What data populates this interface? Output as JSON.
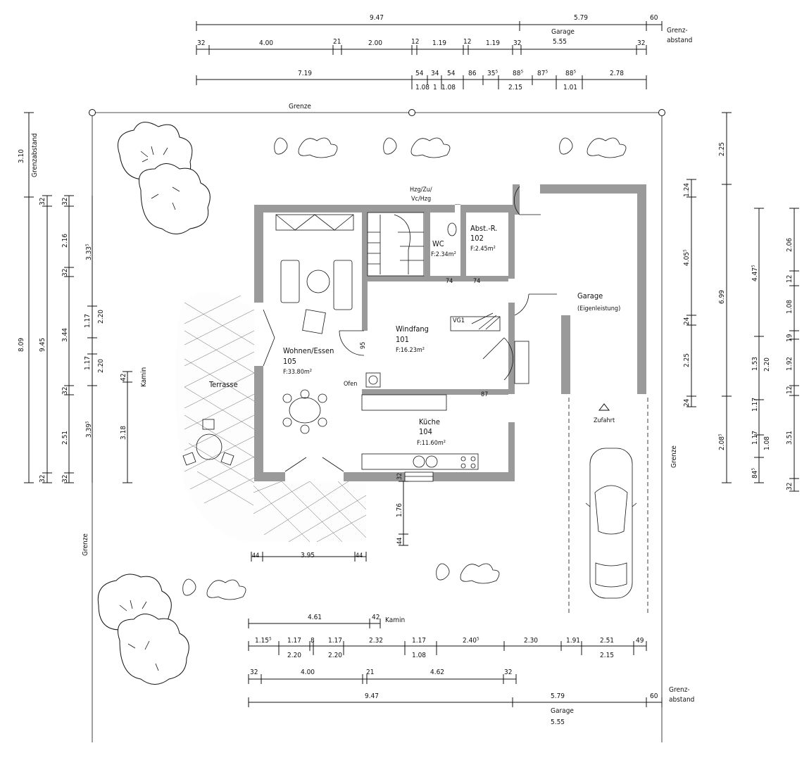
{
  "top_dimensions": {
    "row1": {
      "a": "9.47",
      "b": "5.79",
      "c": "60",
      "garage": "Garage",
      "garage_value": "5.55",
      "grenzabstand_1": "Grenz-",
      "grenzabstand_2": "abstand"
    },
    "row2": [
      "32",
      "4.00",
      "21",
      "2.00",
      "12",
      "1.19",
      "12",
      "1.19",
      "32",
      "32"
    ],
    "row3": [
      "7.19",
      "54",
      "34",
      "54",
      "86",
      "35⁵",
      "88⁵",
      "87⁵",
      "88⁵",
      "2.78"
    ],
    "row3_sub": [
      "1.08",
      "1",
      "1.08",
      "2.15",
      "1.01"
    ]
  },
  "boundary_labels": {
    "top": "Grenze",
    "left": "Grenze",
    "right": "Grenze"
  },
  "left_dimensions": {
    "outer": [
      "3.10",
      "8.09"
    ],
    "grenzabstand": "Grenzabstand",
    "col2": [
      "32",
      "9.45",
      "32"
    ],
    "col3": [
      "32",
      "2.16",
      "32",
      "3.44",
      "32",
      "2.51",
      "32"
    ],
    "col3_small": [
      "1.17",
      "1.17"
    ],
    "col4": [
      "3.33⁵",
      "2.20",
      "2.20",
      "3.39⁵"
    ],
    "kamin_label": "Kamin",
    "kamin_value": "42",
    "terrace_height": "3.18"
  },
  "right_dimensions": {
    "col1": [
      "2.25",
      "6.99",
      "2.08⁵"
    ],
    "col2": [
      "1.24",
      "4.05⁵",
      "24",
      "2.25",
      "24"
    ],
    "col3": [
      "4.47⁵",
      "1.53",
      "1.17",
      "1.17",
      "84⁵"
    ],
    "col3_b": [
      "2.20",
      "1.08"
    ],
    "col4": [
      "2.06",
      "12",
      "1.08",
      "19",
      "1.92",
      "12",
      "3.51",
      "32"
    ]
  },
  "rooms": [
    {
      "name": "Wohnen/Essen",
      "number": "105",
      "area": "F:33.80m²"
    },
    {
      "name": "Windfang",
      "number": "101",
      "area": "F:16.23m²"
    },
    {
      "name": "Küche",
      "number": "104",
      "area": "F:11.60m²"
    },
    {
      "name": "WC",
      "number": "",
      "area": "F:2.34m²"
    },
    {
      "name": "Abst.-R.",
      "number": "102",
      "area": "F:2.45m²"
    },
    {
      "name": "Garage",
      "number": "",
      "area": "(Eigenleistung)"
    }
  ],
  "labels": {
    "terrasse": "Terrasse",
    "hzg_1": "Hzg/Zu/",
    "hzg_2": "Vc/Hzg",
    "ofen": "Ofen",
    "vg": "VG1",
    "zufahrt": "Zufahrt",
    "door_74a": "74",
    "door_74b": "74",
    "door_95": "95",
    "door_87": "87"
  },
  "terrace_dims": {
    "left": "44",
    "mid": "3.95",
    "right": "44",
    "depth": "1.76",
    "depth2": "44",
    "wall": "32"
  },
  "bottom_dimensions": {
    "row0": {
      "a": "4.61",
      "b": "42",
      "label": "Kamin"
    },
    "row1": [
      "1.15⁵",
      "1.17",
      "8",
      "1.17",
      "2.32",
      "1.17",
      "2.40⁵",
      "2.30",
      "1.91",
      "2.51",
      "49"
    ],
    "row1_sub": [
      "2.20",
      "2.20",
      "1.08",
      "2.15"
    ],
    "row2": [
      "32",
      "4.00",
      "21",
      "4.62",
      "32"
    ],
    "row3": {
      "a": "9.47",
      "b": "5.79",
      "c": "60",
      "garage": "Garage",
      "garage_value": "5.55",
      "grenzabstand_1": "Grenz-",
      "grenzabstand_2": "abstand"
    }
  }
}
